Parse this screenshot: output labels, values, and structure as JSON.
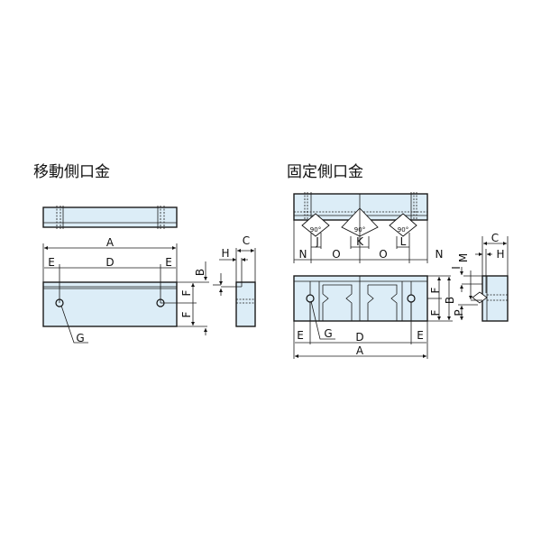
{
  "movable_jaw": {
    "title": "移動側口金",
    "labels": {
      "A": "A",
      "D": "D",
      "E1": "E",
      "E2": "E",
      "B": "B",
      "F1": "F",
      "F2": "F",
      "G": "G",
      "C": "C",
      "H": "H"
    }
  },
  "fixed_jaw": {
    "title": "固定側口金",
    "angle": "90°",
    "labels": {
      "N1": "N",
      "J": "J",
      "O1": "O",
      "K": "K",
      "O2": "O",
      "L": "L",
      "N2": "N",
      "E1": "E",
      "G": "G",
      "D": "D",
      "E2": "E",
      "A": "A",
      "F1": "F",
      "F2": "F",
      "B": "B",
      "P": "P",
      "I": "I",
      "M": "M",
      "C": "C",
      "H": "H"
    }
  }
}
